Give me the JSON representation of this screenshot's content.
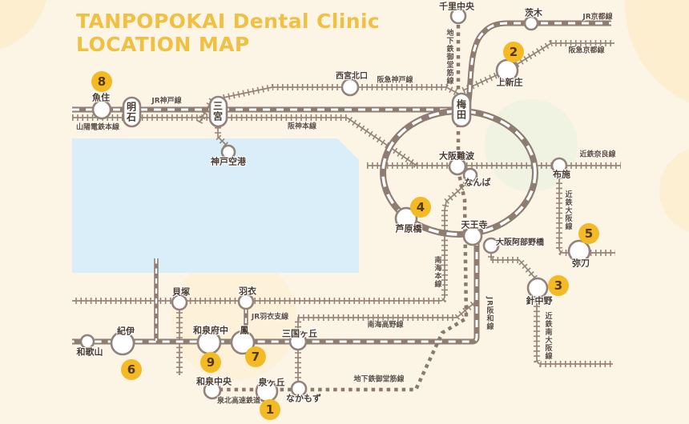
{
  "title": {
    "line1": "TANPOPOKAI Dental Clinic",
    "line2": "LOCATION MAP"
  },
  "stations": [
    {
      "label": "魚住"
    },
    {
      "label": "西宮北口"
    },
    {
      "label": "千里中央"
    },
    {
      "label": "茨木"
    },
    {
      "label": "上新庄"
    },
    {
      "label": "神戸空港"
    },
    {
      "label": "大阪難波"
    },
    {
      "label": "なんば"
    },
    {
      "label": "布施"
    },
    {
      "label": "芦原橋"
    },
    {
      "label": "天王寺"
    },
    {
      "label": "大阪阿部野橋"
    },
    {
      "label": "弥刀"
    },
    {
      "label": "針中野"
    },
    {
      "label": "和歌山"
    },
    {
      "label": "紀伊"
    },
    {
      "label": "貝塚"
    },
    {
      "label": "羽衣"
    },
    {
      "label": "和泉府中"
    },
    {
      "label": "鳳"
    },
    {
      "label": "三国ヶ丘"
    },
    {
      "label": "和泉中央"
    },
    {
      "label": "泉ヶ丘"
    },
    {
      "label": "なかもず"
    }
  ],
  "terminals": [
    {
      "label": "明石"
    },
    {
      "label": "三宮"
    },
    {
      "label": "梅田"
    }
  ],
  "line_labels": [
    {
      "label": "JR神戸線"
    },
    {
      "label": "山陽電鉄本線"
    },
    {
      "label": "阪神本線"
    },
    {
      "label": "阪急神戸線"
    },
    {
      "label": "JR京都線"
    },
    {
      "label": "阪急京都線"
    },
    {
      "label": "地下鉄御堂筋線"
    },
    {
      "label": "近鉄奈良線"
    },
    {
      "label": "近鉄大阪線"
    },
    {
      "label": "JR阪和線"
    },
    {
      "label": "南海本線"
    },
    {
      "label": "近鉄南大阪線"
    },
    {
      "label": "南海高野線"
    },
    {
      "label": "JR羽衣支線"
    },
    {
      "label": "泉北高速鉄道"
    },
    {
      "label": "地下鉄御堂筋線"
    }
  ],
  "badges": [
    "1",
    "2",
    "3",
    "4",
    "5",
    "6",
    "7",
    "8",
    "9"
  ],
  "colors": {
    "background": "#fcf4e4",
    "title_yellow": "#f0c043",
    "badge_yellow": "#f3ba25",
    "line_brown": "#8e7d72",
    "sea_blue": "#daeef9",
    "text_brown": "#4a3b31"
  }
}
